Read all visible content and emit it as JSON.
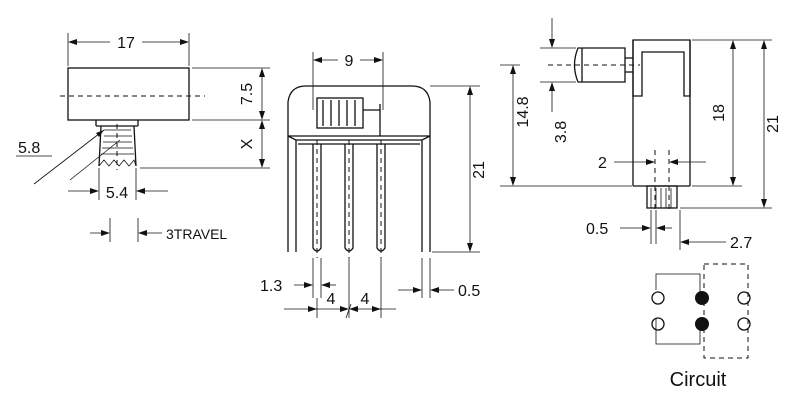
{
  "side_view": {
    "width_label": "17",
    "height_label": "7.5",
    "x_label": "X",
    "angle_label": "5.8",
    "actuator_label": "5.4",
    "travel_label": "3TRAVEL"
  },
  "front_view": {
    "slot_label": "9",
    "height_label": "21",
    "pin_dia_label": "1.3",
    "pitch_left_label": "4",
    "pitch_right_label": "4",
    "leg_label": "0.5"
  },
  "end_view": {
    "upper_label": "14.8",
    "lower_label": "3.8",
    "body_label": "18",
    "total_label": "21",
    "pin_label": "2",
    "pin_w_label": "0.5",
    "foot_label": "2.7"
  },
  "circuit": {
    "caption": "Circuit"
  },
  "colors": {
    "ink": "#111111",
    "background": "#ffffff"
  }
}
